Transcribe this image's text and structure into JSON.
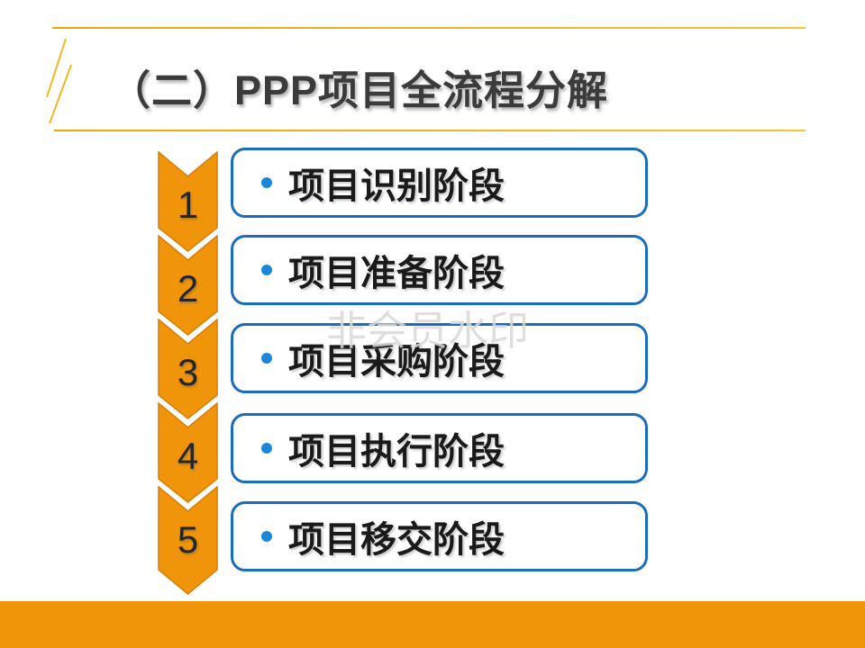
{
  "slide": {
    "title": "（二）PPP项目全流程分解",
    "watermark": "非会员水印"
  },
  "process": {
    "steps": [
      {
        "number": "1",
        "label": "项目识别阶段"
      },
      {
        "number": "2",
        "label": "项目准备阶段"
      },
      {
        "number": "3",
        "label": "项目采购阶段"
      },
      {
        "number": "4",
        "label": "项目执行阶段"
      },
      {
        "number": "5",
        "label": "项目移交阶段"
      }
    ]
  },
  "icons": {
    "chevron": "chevron-down-arrow",
    "bullet": "filled-circle-bullet"
  },
  "colors": {
    "accent_orange": "#f0940a",
    "accent_orange_edge": "#d97e06",
    "accent_gold": "#efb41e",
    "box_border_blue": "#1a6dbe",
    "bullet_blue": "#1c87d8",
    "title_text": "#3b3b3b",
    "body_text": "#1a1a1a",
    "number_text": "#262626",
    "watermark_gray": "#d9d9d9",
    "background": "#ffffff"
  }
}
